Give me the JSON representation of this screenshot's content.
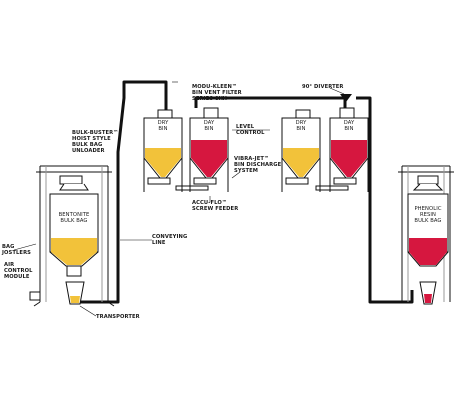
{
  "colors": {
    "line": "#111111",
    "yellow_fill": "#f2c23a",
    "red_fill": "#d6173f",
    "pipe": "#111111",
    "bag_frame": "#c8c8c8"
  },
  "labels": {
    "modu_kleen": [
      "MODU-KLEEN™",
      "BIN VENT FILTER",
      "SERIES 8XX"
    ],
    "diverter": "90° DIVERTER",
    "bulk_buster": [
      "BULK-BUSTER™",
      "HOIST STYLE",
      "BULK BAG",
      "UNLOADER"
    ],
    "bin1": [
      "DRY",
      "BIN"
    ],
    "bin2": [
      "DAY",
      "BIN"
    ],
    "bin3": [
      "DRY",
      "BIN"
    ],
    "bin4": [
      "DAY",
      "BIN"
    ],
    "level_control": [
      "LEVEL",
      "CONTROL"
    ],
    "vibra_jet": [
      "VIBRA-JET™",
      "BIN DISCHARGE",
      "SYSTEM"
    ],
    "accu_flo": [
      "ACCU-FLO™",
      "SCREW FEEDER"
    ],
    "bentonite_bag": [
      "BENTONITE",
      "BULK BAG"
    ],
    "phenolic_bag": [
      "PHENOLIC",
      "RESIN",
      "BULK BAG"
    ],
    "conveying_line": [
      "CONVEYING",
      "LINE"
    ],
    "bag_jostlers": [
      "BAG",
      "JOSTLERS"
    ],
    "air_control": [
      "AIR",
      "CONTROL",
      "MODULE"
    ],
    "transporter": "TRANSPORTER"
  }
}
